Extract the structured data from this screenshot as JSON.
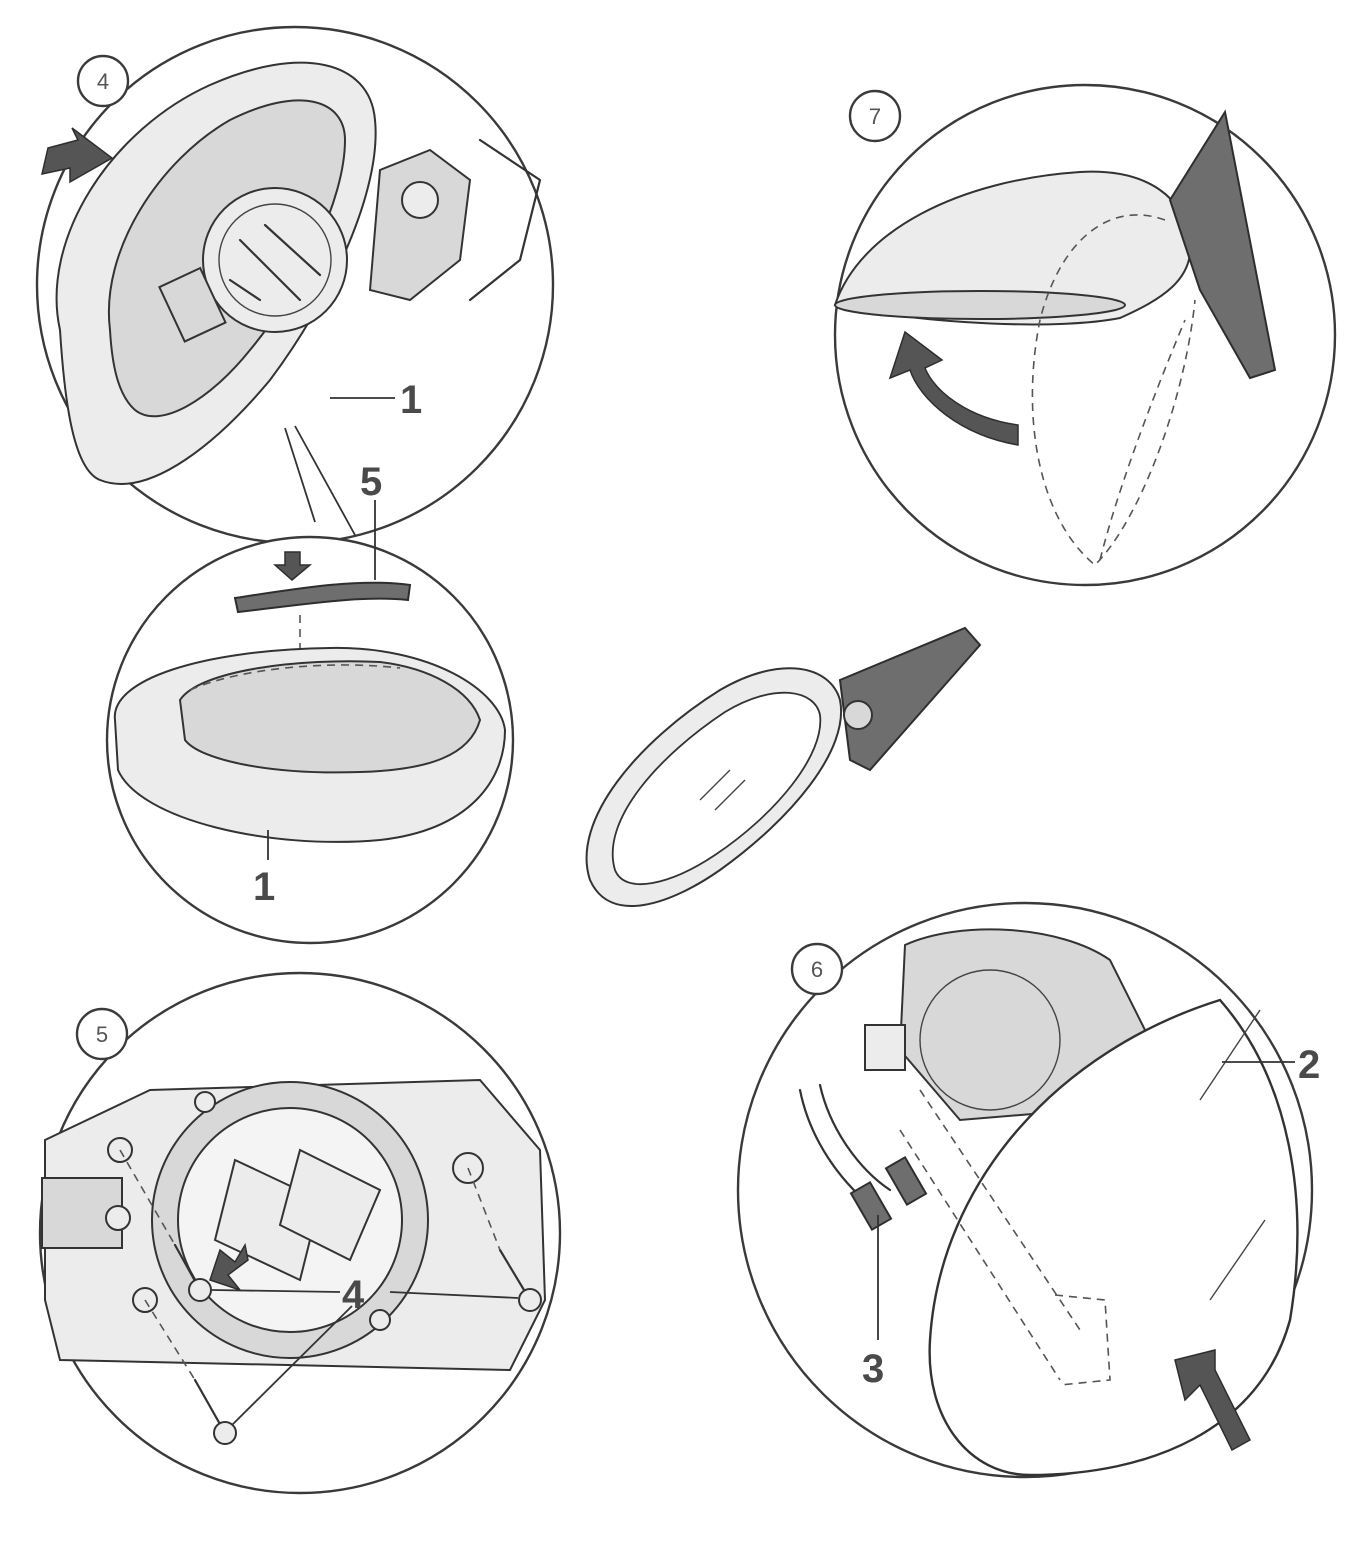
{
  "steps": [
    {
      "id": "4",
      "label": "4"
    },
    {
      "id": "7",
      "label": "7"
    },
    {
      "id": "5",
      "label": "5"
    },
    {
      "id": "6",
      "label": "6"
    }
  ],
  "callouts": {
    "housing_top": "1",
    "gasket": "5",
    "housing_bottom": "1",
    "screws": "4",
    "cover": "2",
    "connectors": "3"
  },
  "colors": {
    "ink": "#333333",
    "shade": "#d8d8d8",
    "dark": "#6e6e6e"
  }
}
